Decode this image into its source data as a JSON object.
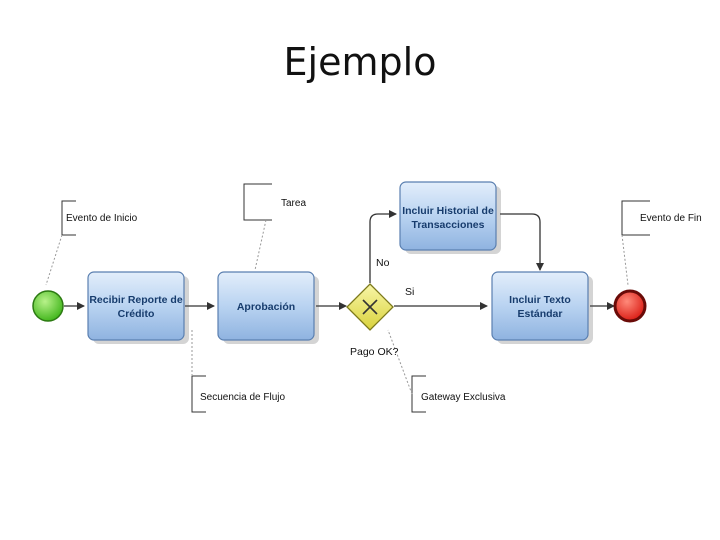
{
  "title": "Ejemplo",
  "tasks": {
    "recibir": [
      "Recibir Reporte de",
      "Crédito"
    ],
    "aprobacion": [
      "Aprobación"
    ],
    "historial": [
      "Incluir Historial de",
      "Transacciones"
    ],
    "texto": [
      "Incluir Texto",
      "Estándar"
    ]
  },
  "annotations": {
    "evento_inicio": "Evento de Inicio",
    "tarea": "Tarea",
    "evento_fin": "Evento de Fin",
    "secuencia": "Secuencia de Flujo",
    "gateway": "Gateway Exclusiva"
  },
  "flow_labels": {
    "no": "No",
    "si": "Si",
    "gateway_question": "Pago OK?"
  },
  "colors": {
    "start_event": "#44c81e",
    "end_event": "#e8201e",
    "task_fill": "#b9d3f1",
    "task_stroke": "#5a7fb0",
    "gateway_fill": "#e7e35a"
  }
}
